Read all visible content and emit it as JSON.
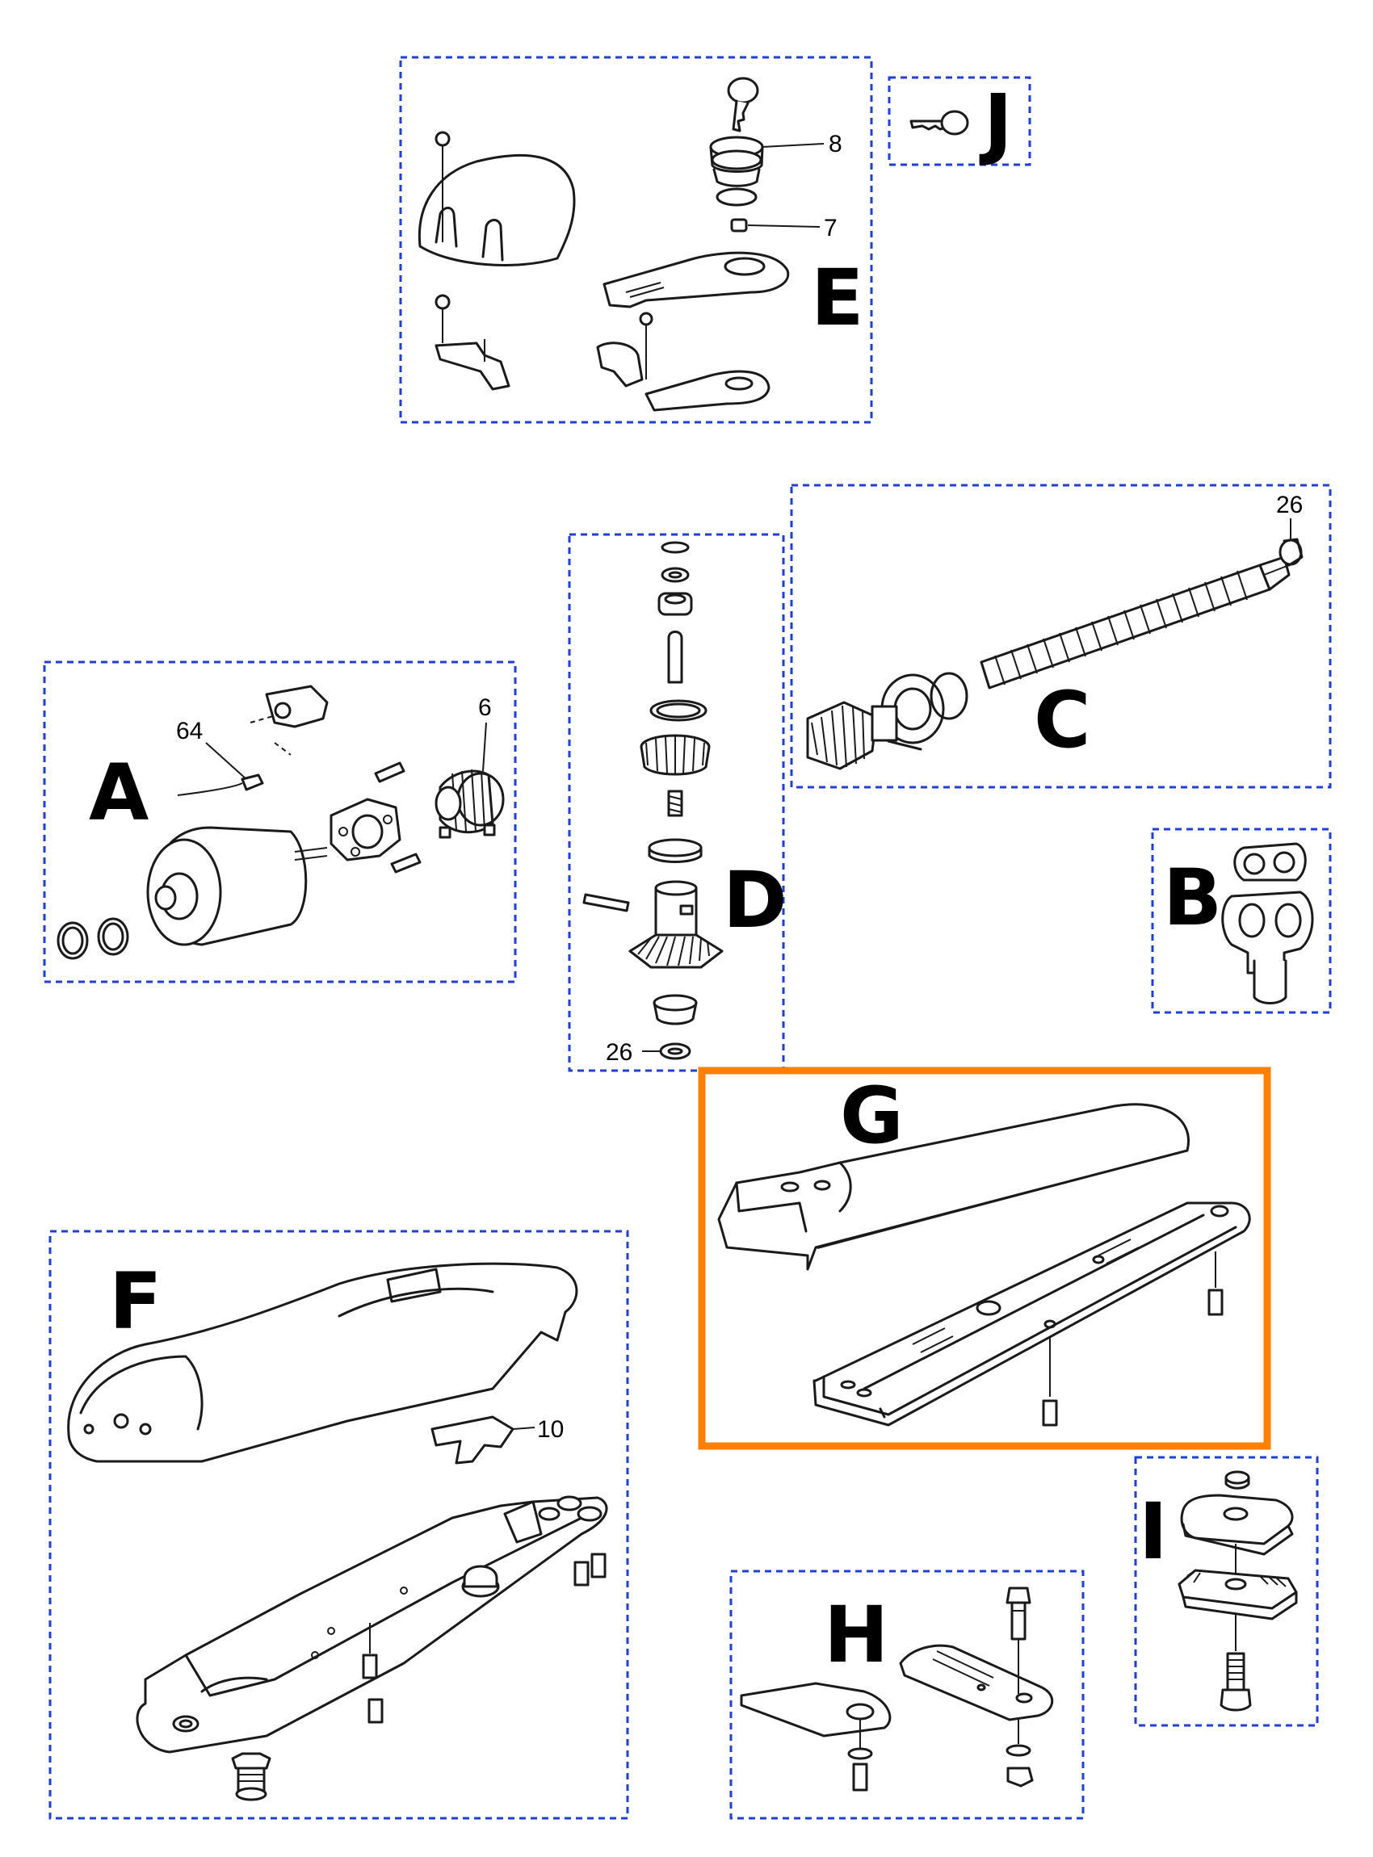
{
  "groups": [
    {
      "id": "E",
      "label": "E"
    },
    {
      "id": "J",
      "label": "J"
    },
    {
      "id": "A",
      "label": "A"
    },
    {
      "id": "D",
      "label": "D"
    },
    {
      "id": "C",
      "label": "C"
    },
    {
      "id": "B",
      "label": "B"
    },
    {
      "id": "G",
      "label": "G"
    },
    {
      "id": "F",
      "label": "F"
    },
    {
      "id": "H",
      "label": "H"
    },
    {
      "id": "I",
      "label": "I"
    }
  ],
  "callouts": {
    "e_key_cylinder": "8",
    "e_screw": "7",
    "a_wire_clip": "64",
    "a_worm": "6",
    "c_nut": "26",
    "d_bottom_ring": "26",
    "f_bracket": "10"
  },
  "colors": {
    "group_border": "#1f3fd6",
    "highlight_border": "#ff8000",
    "line_art": "#1a1a1a"
  },
  "highlighted_group": "G"
}
